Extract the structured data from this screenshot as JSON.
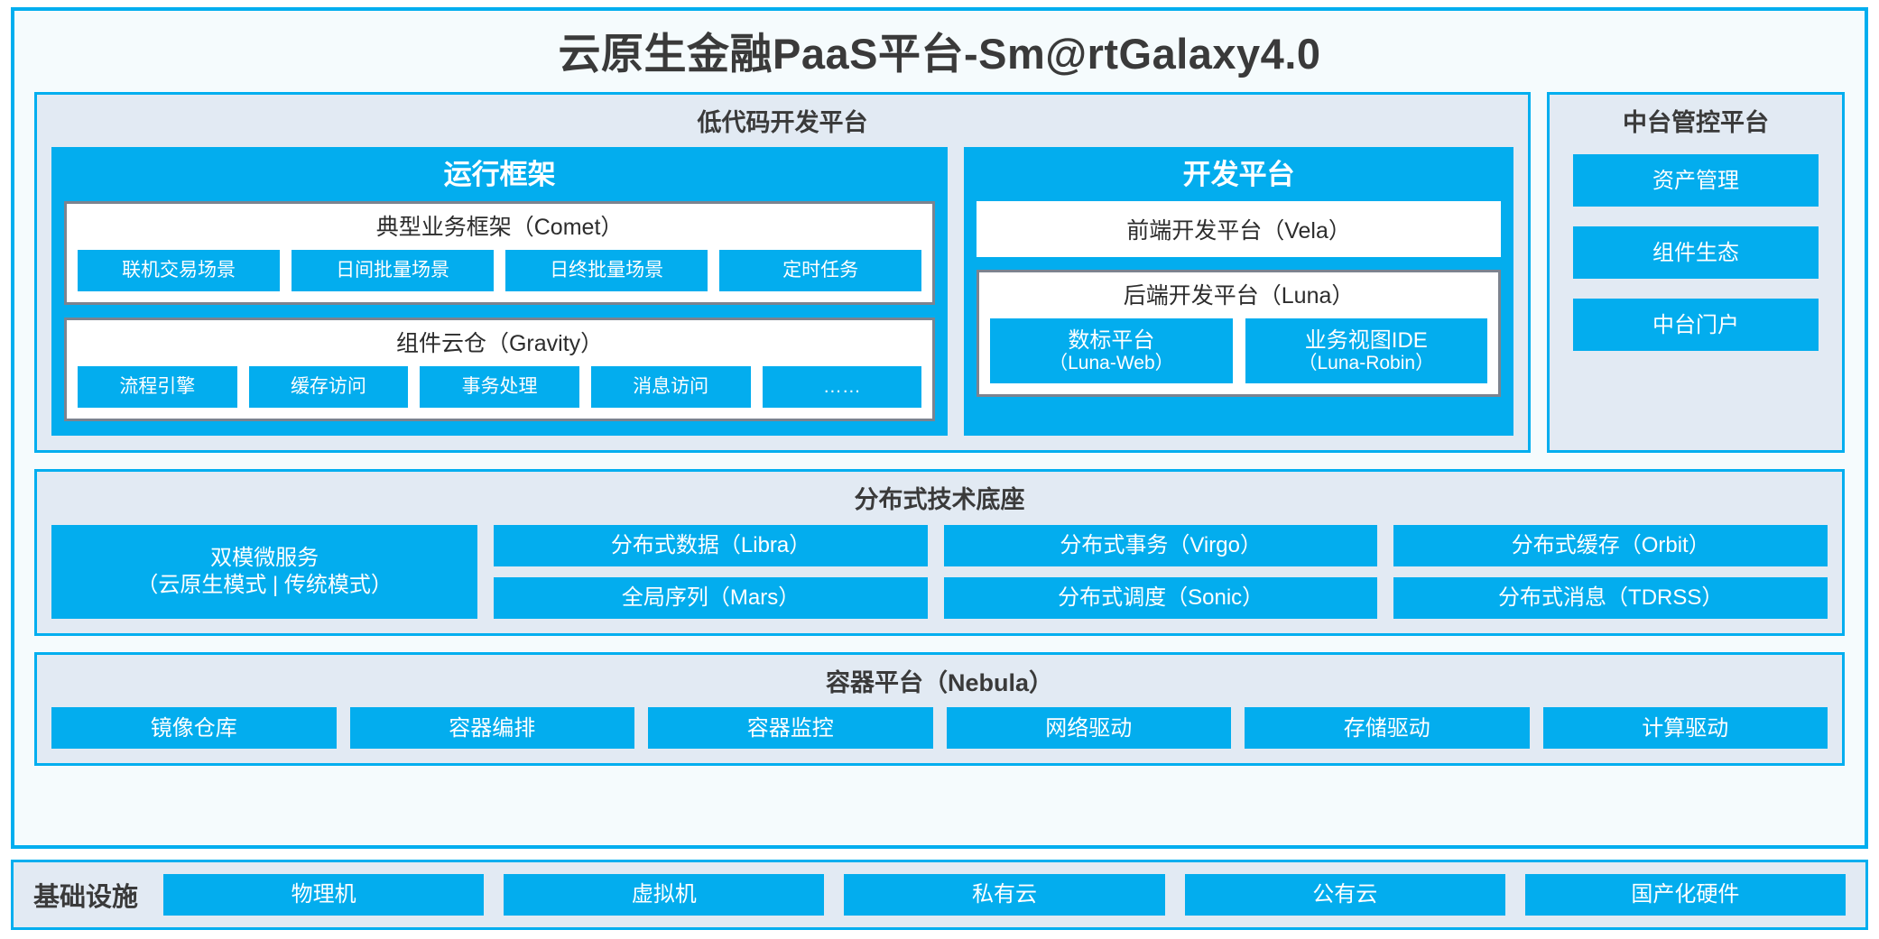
{
  "title": "云原生金融PaaS平台-Sm@rtGalaxy4.0",
  "colors": {
    "accent_blue": "#03ADEE",
    "frame_blue": "#00AEEF",
    "panel_bg": "#E2EAF3",
    "page_bg": "#F5FBFD",
    "card_border_gray": "#7C838F",
    "text_dark": "#3A3A3A"
  },
  "lowcode": {
    "title": "低代码开发平台",
    "runtime": {
      "title": "运行框架",
      "comet": {
        "title": "典型业务框架（Comet）",
        "items": [
          "联机交易场景",
          "日间批量场景",
          "日终批量场景",
          "定时任务"
        ]
      },
      "gravity": {
        "title": "组件云仓（Gravity）",
        "items": [
          "流程引擎",
          "缓存访问",
          "事务处理",
          "消息访问",
          "……"
        ]
      }
    },
    "devplatform": {
      "title": "开发平台",
      "frontend": "前端开发平台（Vela）",
      "backend": {
        "title": "后端开发平台（Luna）",
        "items": [
          {
            "name": "数标平台",
            "code": "（Luna-Web）"
          },
          {
            "name": "业务视图IDE",
            "code": "（Luna-Robin）"
          }
        ]
      }
    }
  },
  "control_platform": {
    "title": "中台管控平台",
    "items": [
      "资产管理",
      "组件生态",
      "中台门户"
    ]
  },
  "distributed_base": {
    "title": "分布式技术底座",
    "microservice": {
      "name": "双模微服务",
      "modes": "（云原生模式 | 传统模式）"
    },
    "columns": [
      [
        "分布式数据（Libra）",
        "全局序列（Mars）"
      ],
      [
        "分布式事务（Virgo）",
        "分布式调度（Sonic）"
      ],
      [
        "分布式缓存（Orbit）",
        "分布式消息（TDRSS）"
      ]
    ]
  },
  "container_platform": {
    "title": "容器平台（Nebula）",
    "items": [
      "镜像仓库",
      "容器编排",
      "容器监控",
      "网络驱动",
      "存储驱动",
      "计算驱动"
    ]
  },
  "infrastructure": {
    "label": "基础设施",
    "items": [
      "物理机",
      "虚拟机",
      "私有云",
      "公有云",
      "国产化硬件"
    ]
  }
}
